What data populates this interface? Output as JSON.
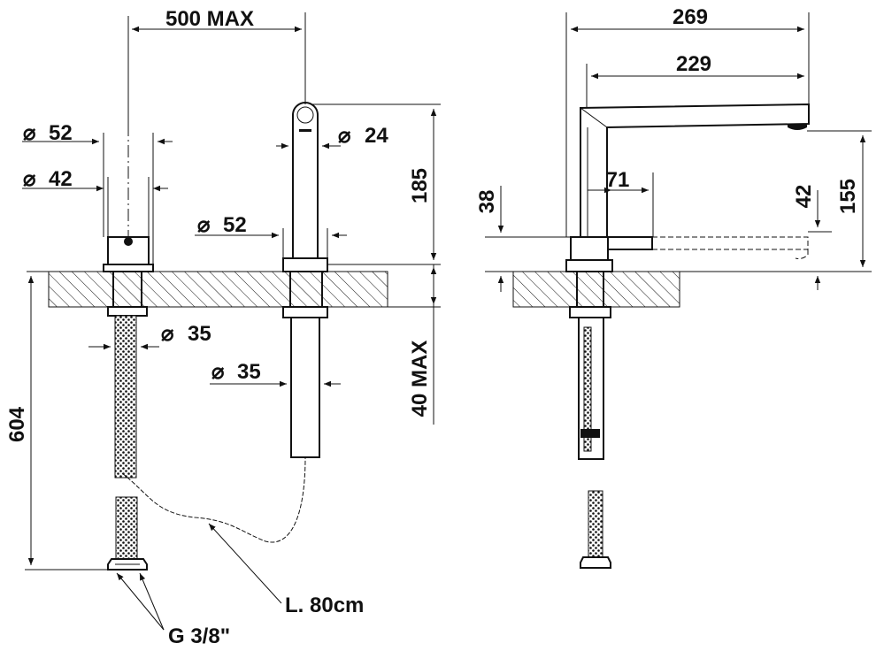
{
  "dimensions": {
    "spacing_max": "500 MAX",
    "dia_52_handle": "52",
    "dia_42_handle": "42",
    "dia_24_spout": "24",
    "dia_52_spout_base": "52",
    "height_185": "185",
    "dia_35_handle_shank": "35",
    "dia_35_spout_shank": "35",
    "deck_40_max": "40 MAX",
    "length_604": "604",
    "hose_length": "L. 80cm",
    "thread": "G 3/8\"",
    "side_269": "269",
    "side_229": "229",
    "side_71": "71",
    "side_38": "38",
    "side_42": "42",
    "side_155": "155"
  },
  "symbols": {
    "diameter": "⌀"
  },
  "icons": [
    "diameter-symbol",
    "arrowhead",
    "hatching"
  ]
}
